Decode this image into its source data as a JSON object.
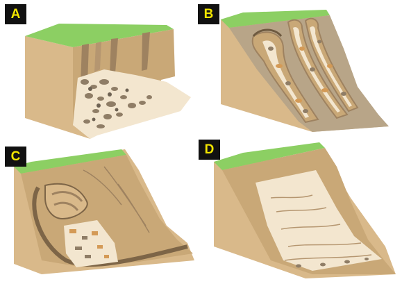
{
  "panels": [
    {
      "label": "A"
    },
    {
      "label": "B"
    },
    {
      "label": "C"
    },
    {
      "label": "D"
    }
  ],
  "colors": {
    "grass": "#8ccf63",
    "soil_side": "#d9b98a",
    "soil_face": "#c9a877",
    "soil_dark": "#9e8260",
    "scar": "#b8a588",
    "debris_light": "#f3e6cf",
    "rock": "#8f7d66",
    "rock_orange": "#d49a56",
    "badge_bg": "#111111",
    "badge_text": "#f3e600"
  }
}
